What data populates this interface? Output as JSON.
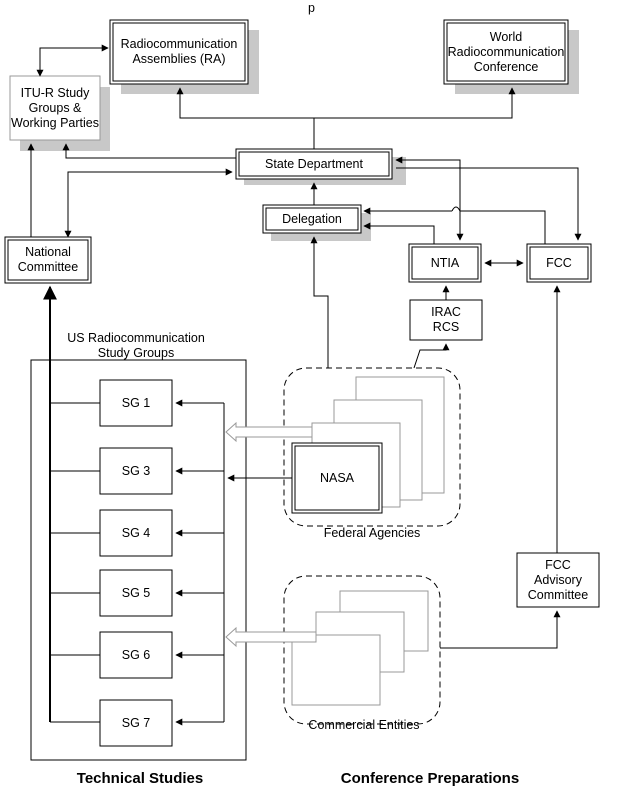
{
  "diagram": {
    "header_fragment": "p",
    "nodes": {
      "ra": "Radiocommunication Assemblies (RA)",
      "wrc": "World Radiocommunication Conference",
      "itur": "ITU-R Study Groups & Working Parties",
      "state": "State Department",
      "delegation": "Delegation",
      "ntia": "NTIA",
      "fcc": "FCC",
      "national": "National Committee",
      "irac": "IRAC RCS",
      "fcc_advisory": "FCC Advisory Committee",
      "us_study_groups": "US Radiocommunication Study Groups",
      "nasa": "NASA",
      "federal_agencies": "Federal Agencies",
      "commercial_entities": "Commercial Entities"
    },
    "study_groups": [
      "SG 1",
      "SG 3",
      "SG 4",
      "SG 5",
      "SG 6",
      "SG 7"
    ],
    "footer": {
      "left": "Technical Studies",
      "right": "Conference Preparations"
    }
  }
}
